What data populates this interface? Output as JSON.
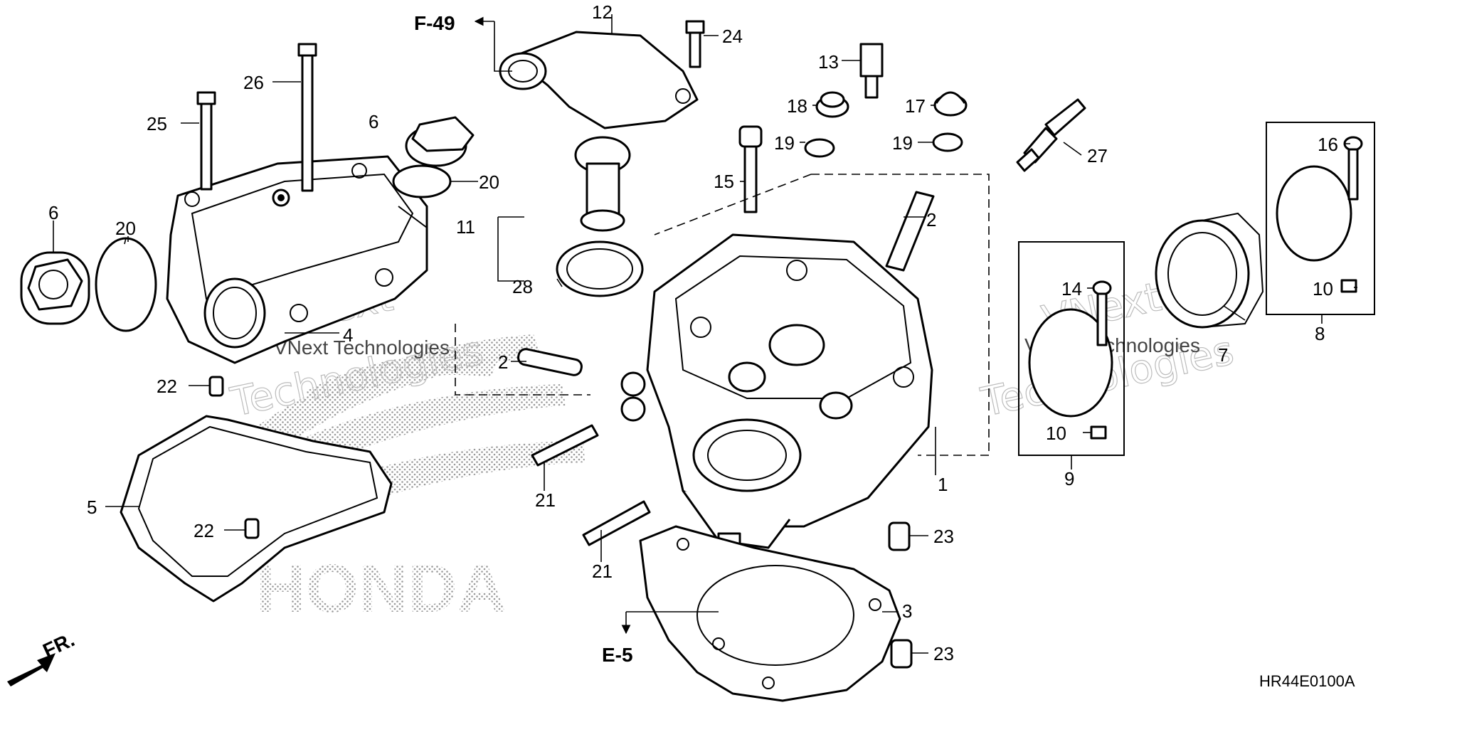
{
  "callouts": [
    "1",
    "2",
    "2",
    "3",
    "4",
    "5",
    "6",
    "6",
    "7",
    "8",
    "9",
    "10",
    "10",
    "11",
    "12",
    "13",
    "14",
    "15",
    "16",
    "17",
    "18",
    "19",
    "19",
    "20",
    "20",
    "21",
    "21",
    "22",
    "22",
    "23",
    "23",
    "24",
    "25",
    "26",
    "27",
    "28"
  ],
  "refs": {
    "f49": "F-49",
    "e5": "E-5",
    "front": "FR."
  },
  "diagram_code": "HR44E0100A",
  "watermark": {
    "line1": "VNext",
    "line2": "Technologies",
    "overlay": "VNext Technologies"
  },
  "brand_mark": "HONDA"
}
